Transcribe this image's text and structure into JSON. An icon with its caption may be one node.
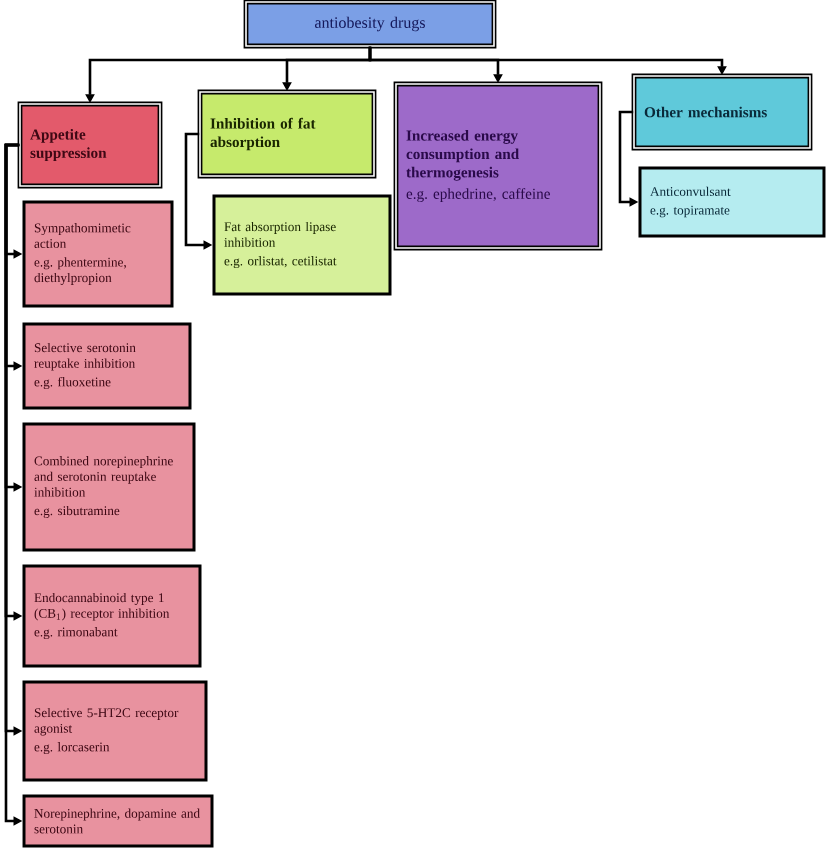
{
  "diagram": {
    "nodes": [
      {
        "text": [
          "antiobesity drugs"
        ]
      },
      {
        "text": [
          "Appetite suppression"
        ]
      },
      {
        "text": [
          "Inhibition of fat absorption"
        ]
      },
      {
        "text": [
          "Increased energy consumption and thermogenesis",
          "e.g. ephedrine, caffeine"
        ]
      },
      {
        "text": [
          "Other mechanisms"
        ]
      },
      {
        "text": [
          "Sympathomimetic action",
          "e.g. phentermine, diethylpropion"
        ]
      },
      {
        "text": [
          "Selective serotonin reuptake inhibition",
          "e.g. fluoxetine"
        ]
      },
      {
        "text": [
          "Combined norepinephrine and serotonin reuptake inhibition",
          "e.g. sibutramine"
        ]
      },
      {
        "text": [
          "Endocannabinoid type 1 (CB$_{1}$) receptor inhibition",
          "e.g. rimonabant"
        ]
      },
      {
        "text": [
          "Selective 5-HT2C receptor agonist",
          "e.g. lorcaserin"
        ]
      },
      {
        "text": [
          "Norepinephrine, dopamine and serotonin"
        ]
      },
      {
        "text": [
          "Fat absorption lipase inhibition",
          "e.g. orlistat, cetilistat"
        ]
      },
      {
        "text": [
          "Anticonvulsant",
          "e.g. topiramate"
        ]
      }
    ],
    "edges": [
      {
        "from": 0,
        "to": 1,
        "arrow": "to"
      },
      {
        "from": 0,
        "to": 2,
        "arrow": "to"
      },
      {
        "from": 0,
        "to": 3,
        "arrow": "to"
      },
      {
        "from": 0,
        "to": 4,
        "arrow": "to"
      },
      {
        "from": 1,
        "to": 5,
        "arrow": "to"
      },
      {
        "from": 1,
        "to": 6,
        "arrow": "to"
      },
      {
        "from": 1,
        "to": 7,
        "arrow": "to"
      },
      {
        "from": 1,
        "to": 8,
        "arrow": "to"
      },
      {
        "from": 1,
        "to": 9,
        "arrow": "to"
      },
      {
        "from": 1,
        "to": 10,
        "arrow": "to"
      },
      {
        "from": 2,
        "to": 11,
        "arrow": "to"
      },
      {
        "from": 4,
        "to": 12,
        "arrow": "to"
      }
    ]
  }
}
